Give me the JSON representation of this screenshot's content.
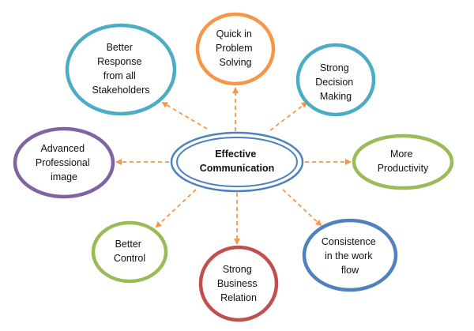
{
  "center": {
    "lines": [
      "Effective",
      "Communication"
    ],
    "color": "#4f81bd"
  },
  "connector_color": "#f79646",
  "nodes": [
    {
      "id": "better-response",
      "lines": [
        "Better",
        "Response",
        "from all",
        "Stakeholders"
      ],
      "color": "#4bacc6"
    },
    {
      "id": "quick-problem-solving",
      "lines": [
        "Quick in",
        "Problem",
        "Solving"
      ],
      "color": "#f79646"
    },
    {
      "id": "strong-decision-making",
      "lines": [
        "Strong",
        "Decision",
        "Making"
      ],
      "color": "#4bacc6"
    },
    {
      "id": "more-productivity",
      "lines": [
        "More",
        "Productivity"
      ],
      "color": "#9bbb59"
    },
    {
      "id": "consistence-work-flow",
      "lines": [
        "Consistence",
        "in the work",
        "flow"
      ],
      "color": "#4f81bd"
    },
    {
      "id": "strong-business-relation",
      "lines": [
        "Strong",
        "Business",
        "Relation"
      ],
      "color": "#c0504d"
    },
    {
      "id": "better-control",
      "lines": [
        "Better",
        "Control"
      ],
      "color": "#9bbb59"
    },
    {
      "id": "advanced-professional-image",
      "lines": [
        "Advanced",
        "Professional",
        "image"
      ],
      "color": "#8064a2"
    }
  ]
}
